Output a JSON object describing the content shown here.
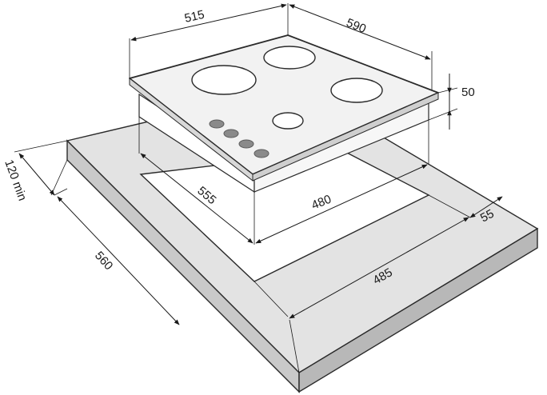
{
  "dimensions": {
    "width_top": "515",
    "depth_top": "590",
    "height": "50",
    "cutout_depth": "555",
    "cutout_width": "480",
    "offset_front": "55",
    "counter_width": "485",
    "counter_depth": "560",
    "min_clearance": "120 min"
  },
  "colors": {
    "countertop_top": "#e3e3e3",
    "countertop_side": "#bdbdbd",
    "glass": "#f2f2f2",
    "hob_body": "#ffffff",
    "knob": "#8a8a8a",
    "line": "#1a1a1a"
  },
  "burners": {
    "count": 4
  },
  "knobs": {
    "count": 4
  }
}
